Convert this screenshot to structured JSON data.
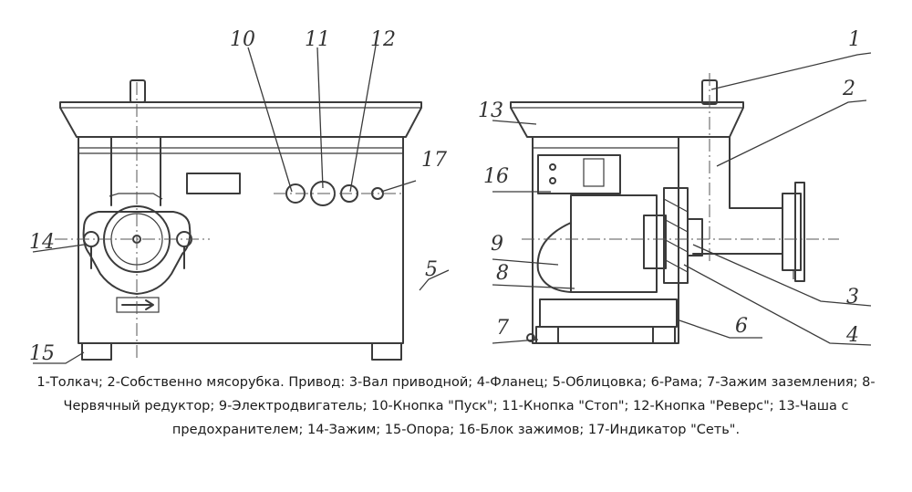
{
  "labels": [
    "1",
    "2",
    "3",
    "4",
    "5",
    "6",
    "7",
    "8",
    "9",
    "10",
    "11",
    "12",
    "13",
    "14",
    "15",
    "16",
    "17"
  ],
  "caption": "1-Толкач; 2-Собственно мясорубка. Привод: 3-Вал приводной; 4-Фланец; 5-Облицовка; 6-Рама; 7-Зажим заземления; 8-Червячный редуктор; 9-Электродвигатель; 10-Кнопка \"Пуск\"; 11-Кнопка \"Стоп\"; 12-Кнопка \"Реверс\"; 13-Чаша с предохранителем; 14-Зажим; 15-Опора; 16-Блок зажимов; 17-Индикатор \"Сеть\"."
}
